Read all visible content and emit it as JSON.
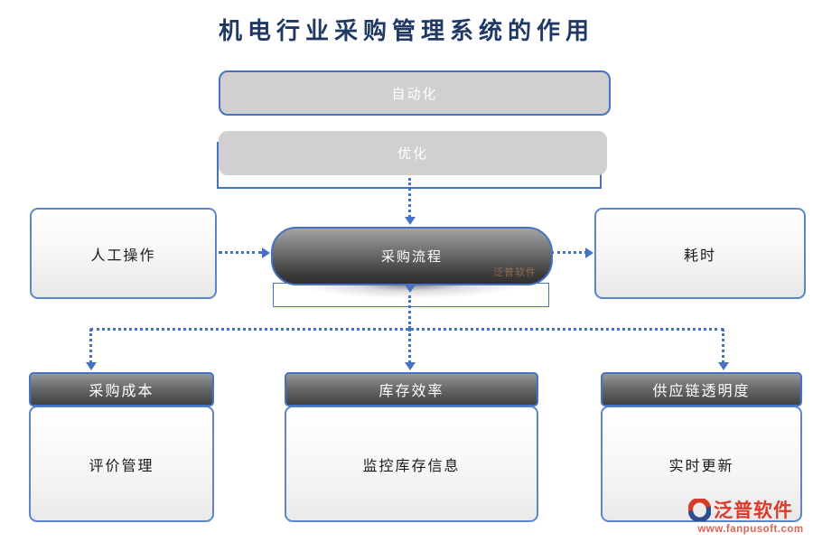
{
  "title": "机电行业采购管理系统的作用",
  "colors": {
    "accent_blue": "#4472C4",
    "title_navy": "#1F3864",
    "gray_fill": "#D1CFCF",
    "dark_gradient_top": "#979797",
    "dark_gradient_bottom": "#3A3A3A",
    "logo_red": "#D93A2A"
  },
  "top_flow": {
    "automation": "自动化",
    "optimization": "优化"
  },
  "middle_flow": {
    "left": "人工操作",
    "center": "采购流程",
    "center_watermark": "泛普软件",
    "right": "耗时"
  },
  "bottom_cards": [
    {
      "header": "采购成本",
      "body": "评价管理"
    },
    {
      "header": "库存效率",
      "body": "监控库存信息"
    },
    {
      "header": "供应链透明度",
      "body": "实时更新"
    }
  ],
  "logo": {
    "name": "泛普软件",
    "url": "www.fanpusoft.com"
  }
}
